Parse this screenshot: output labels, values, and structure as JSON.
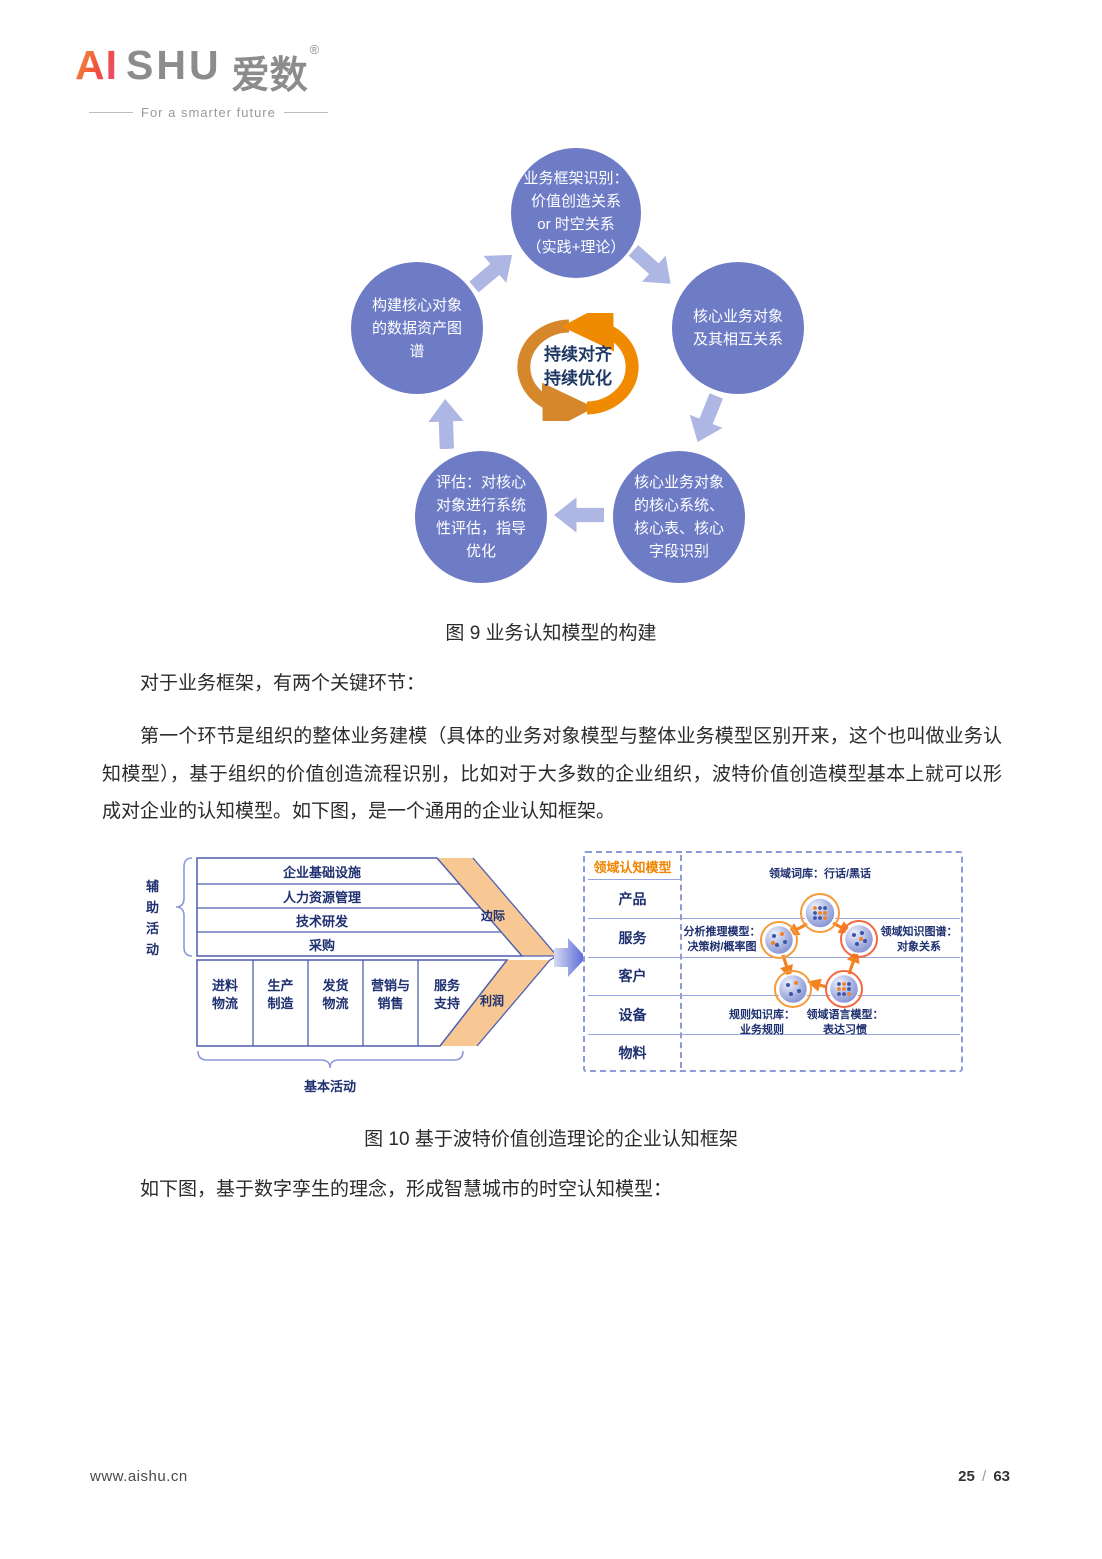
{
  "logo": {
    "ai": "AI",
    "shu": "SHU",
    "cn": "爱数",
    "registered": "®",
    "tagline": "For a smarter future"
  },
  "figure9": {
    "caption": "图 9 业务认知模型的构建",
    "center_text": "持续对齐\n持续优化",
    "nodes": {
      "top": "业务框架识别：\n价值创造关系\nor 时空关系\n（实践+理论）",
      "right": "核心业务对象\n及其相互关系",
      "bottom_right": "核心业务对象\n的核心系统、\n核心表、核心\n字段识别",
      "bottom_left": "评估：对核心\n对象进行系统\n性评估，指导\n优化",
      "left": "构建核心对象\n的数据资产图\n谱"
    }
  },
  "paragraphs": {
    "p1": "对于业务框架，有两个关键环节：",
    "p2": "第一个环节是组织的整体业务建模（具体的业务对象模型与整体业务模型区别开来，这个也叫做业务认知模型），基于组织的价值创造流程识别，比如对于大多数的企业组织，波特价值创造模型基本上就可以形成对企业的认知模型。如下图，是一个通用的企业认知框架。",
    "p3": "如下图，基于数字孪生的理念，形成智慧城市的时空认知模型："
  },
  "figure10": {
    "caption": "图 10 基于波特价值创造理论的企业认知框架",
    "support_label": "辅助活动",
    "primary_label": "基本活动",
    "margin_label": "边际",
    "profit_label": "利润",
    "support_rows": [
      "企业基础设施",
      "人力资源管理",
      "技术研发",
      "采购"
    ],
    "primary_cols": [
      "进料\n物流",
      "生产\n制造",
      "发货\n物流",
      "营销与\n销售",
      "服务\n支持"
    ],
    "domain": {
      "title": "领域认知模型",
      "rows": [
        "产品",
        "服务",
        "客户",
        "设备",
        "物料"
      ],
      "label_top": "领域词库：行话/黑话",
      "label_left": "分析推理模型：\n决策树/概率图",
      "label_right": "领域知识图谱：\n对象关系",
      "label_bottom_left": "规则知识库：\n业务规则",
      "label_bottom_right": "领域语言模型：\n表达习惯"
    }
  },
  "footer": {
    "url": "www.aishu.cn",
    "page_current": "25",
    "page_separator": "/",
    "page_total": "63"
  }
}
